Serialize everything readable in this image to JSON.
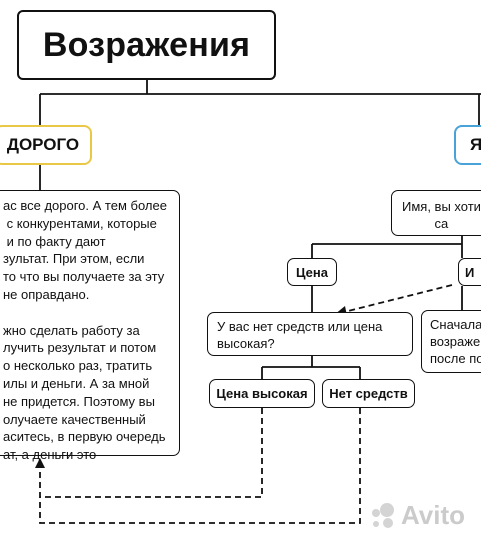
{
  "title": "Возражения",
  "tags": {
    "left": "ДОРОГО",
    "right": "Я"
  },
  "left_text": "ас все дорого. А тем более\n с конкурентами, которые\n и по факту дают\nзультат. При этом, если\nто что вы получаете за эту\nне оправдано.\n\nжно сделать работу за\nлучить результат и потом\nо несколько раз, тратить\nилы и деньги. А за мной\nне придется. Поэтому вы\nолучаете качественный\nаситесь, в первую очередь\nат, а деньги это\n",
  "right_top_text": "Имя, вы хоти\n         са",
  "nodes": {
    "cena": "Цена",
    "i": "И",
    "question": "У вас нет средств или цена\nвысокая?",
    "snachala": "Сначала\nвозраже\nпосле по",
    "cena_vysokaya": "Цена высокая",
    "net_sredstv": "Нет средств"
  },
  "watermark": "Avito"
}
